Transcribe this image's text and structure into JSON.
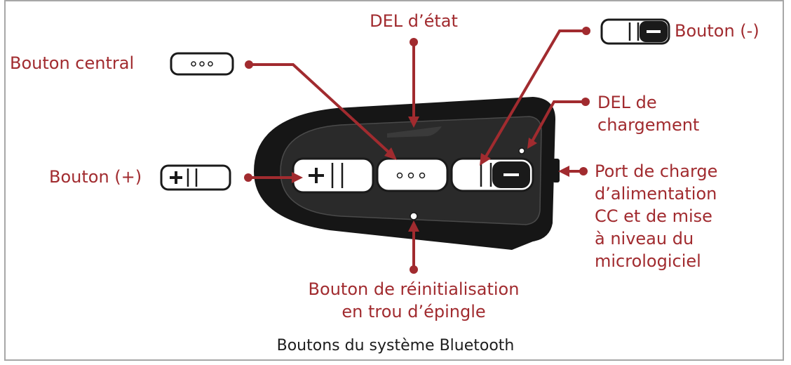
{
  "diagram": {
    "labels": {
      "status_led": "DEL d’état",
      "center_button": "Bouton central",
      "minus_button": "Bouton (-)",
      "charging_led": [
        "DEL de",
        "chargement"
      ],
      "plus_button": "Bouton (+)",
      "dc_port": [
        "Port de charge",
        "d’alimentation",
        "CC et de mise",
        "à niveau du",
        "micrologiciel"
      ],
      "reset_button": [
        "Bouton de réinitialisation",
        "en trou d’épingle"
      ]
    },
    "caption": "Boutons du système Bluetooth",
    "colors": {
      "accent": "#a12b2f",
      "device": "#1a1a1a",
      "frame": "#a7a7a7"
    },
    "icons": {
      "plus_symbol": "+",
      "minus_symbol": "−",
      "dots_symbol": "◦◦◦"
    }
  }
}
